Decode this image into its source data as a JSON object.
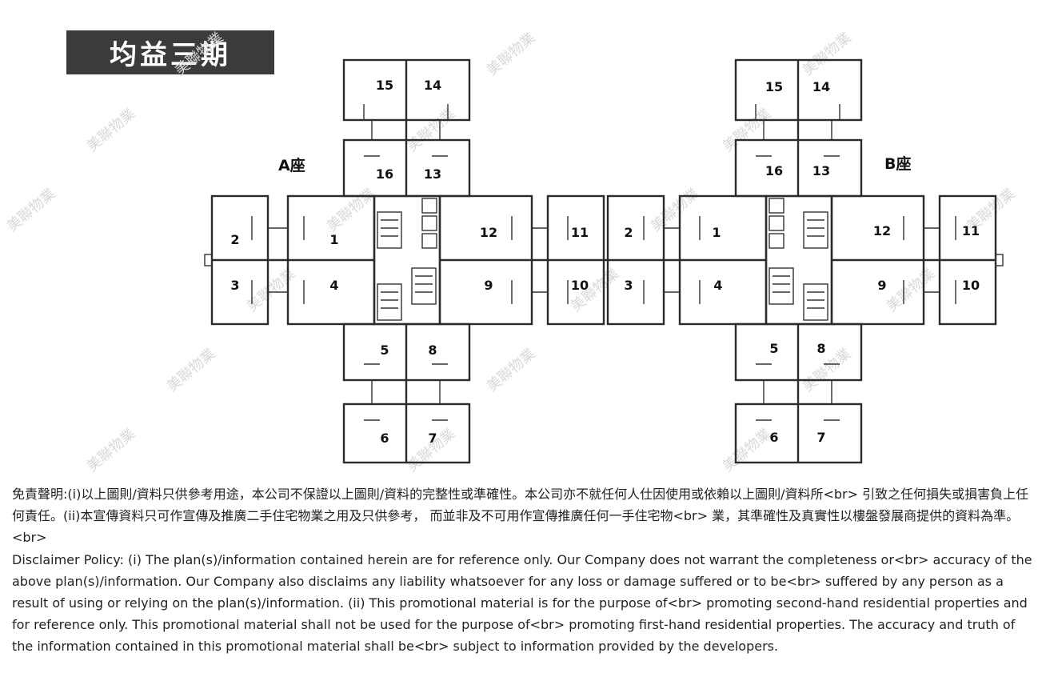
{
  "title": "均益三期",
  "blocks": [
    {
      "label": "A座",
      "units": [
        "1",
        "2",
        "3",
        "4",
        "5",
        "6",
        "7",
        "8",
        "9",
        "10",
        "11",
        "12",
        "13",
        "14",
        "15",
        "16"
      ]
    },
    {
      "label": "B座",
      "units": [
        "1",
        "2",
        "3",
        "4",
        "5",
        "6",
        "7",
        "8",
        "9",
        "10",
        "11",
        "12",
        "13",
        "14",
        "15",
        "16"
      ]
    }
  ],
  "watermark": "美聯物業",
  "disclaimer": {
    "chinese": "免責聲明:(i)以上圖則/資料只供參考用途，本公司不保證以上圖則/資料的完整性或準確性。本公司亦不就任何人仕因使用或依賴以上圖則/資料所<br> 引致之任何損失或損害負上任何責任。(ii)本宣傳資料只可作宣傳及推廣二手住宅物業之用及只供參考， 而並非及不可用作宣傳推廣任何一手住宅物<br> 業，其準確性及真實性以樓盤發展商提供的資料為準。<br>",
    "english": "Disclaimer Policy: (i) The plan(s)/information contained herein are for reference only. Our Company does not warrant the completeness or<br> accuracy of the above plan(s)/information. Our Company also disclaims any liability whatsoever for any loss or damage suffered or to be<br> suffered by any person as a result of using or relying on the plan(s)/information. (ii) This promotional material is for the purpose of<br> promoting second-hand residential properties and for reference only. This promotional material shall not be used for the purpose of<br> promoting first-hand residential properties. The accuracy and truth of the information contained in this promotional material shall be<br> subject to information provided by the developers."
  }
}
